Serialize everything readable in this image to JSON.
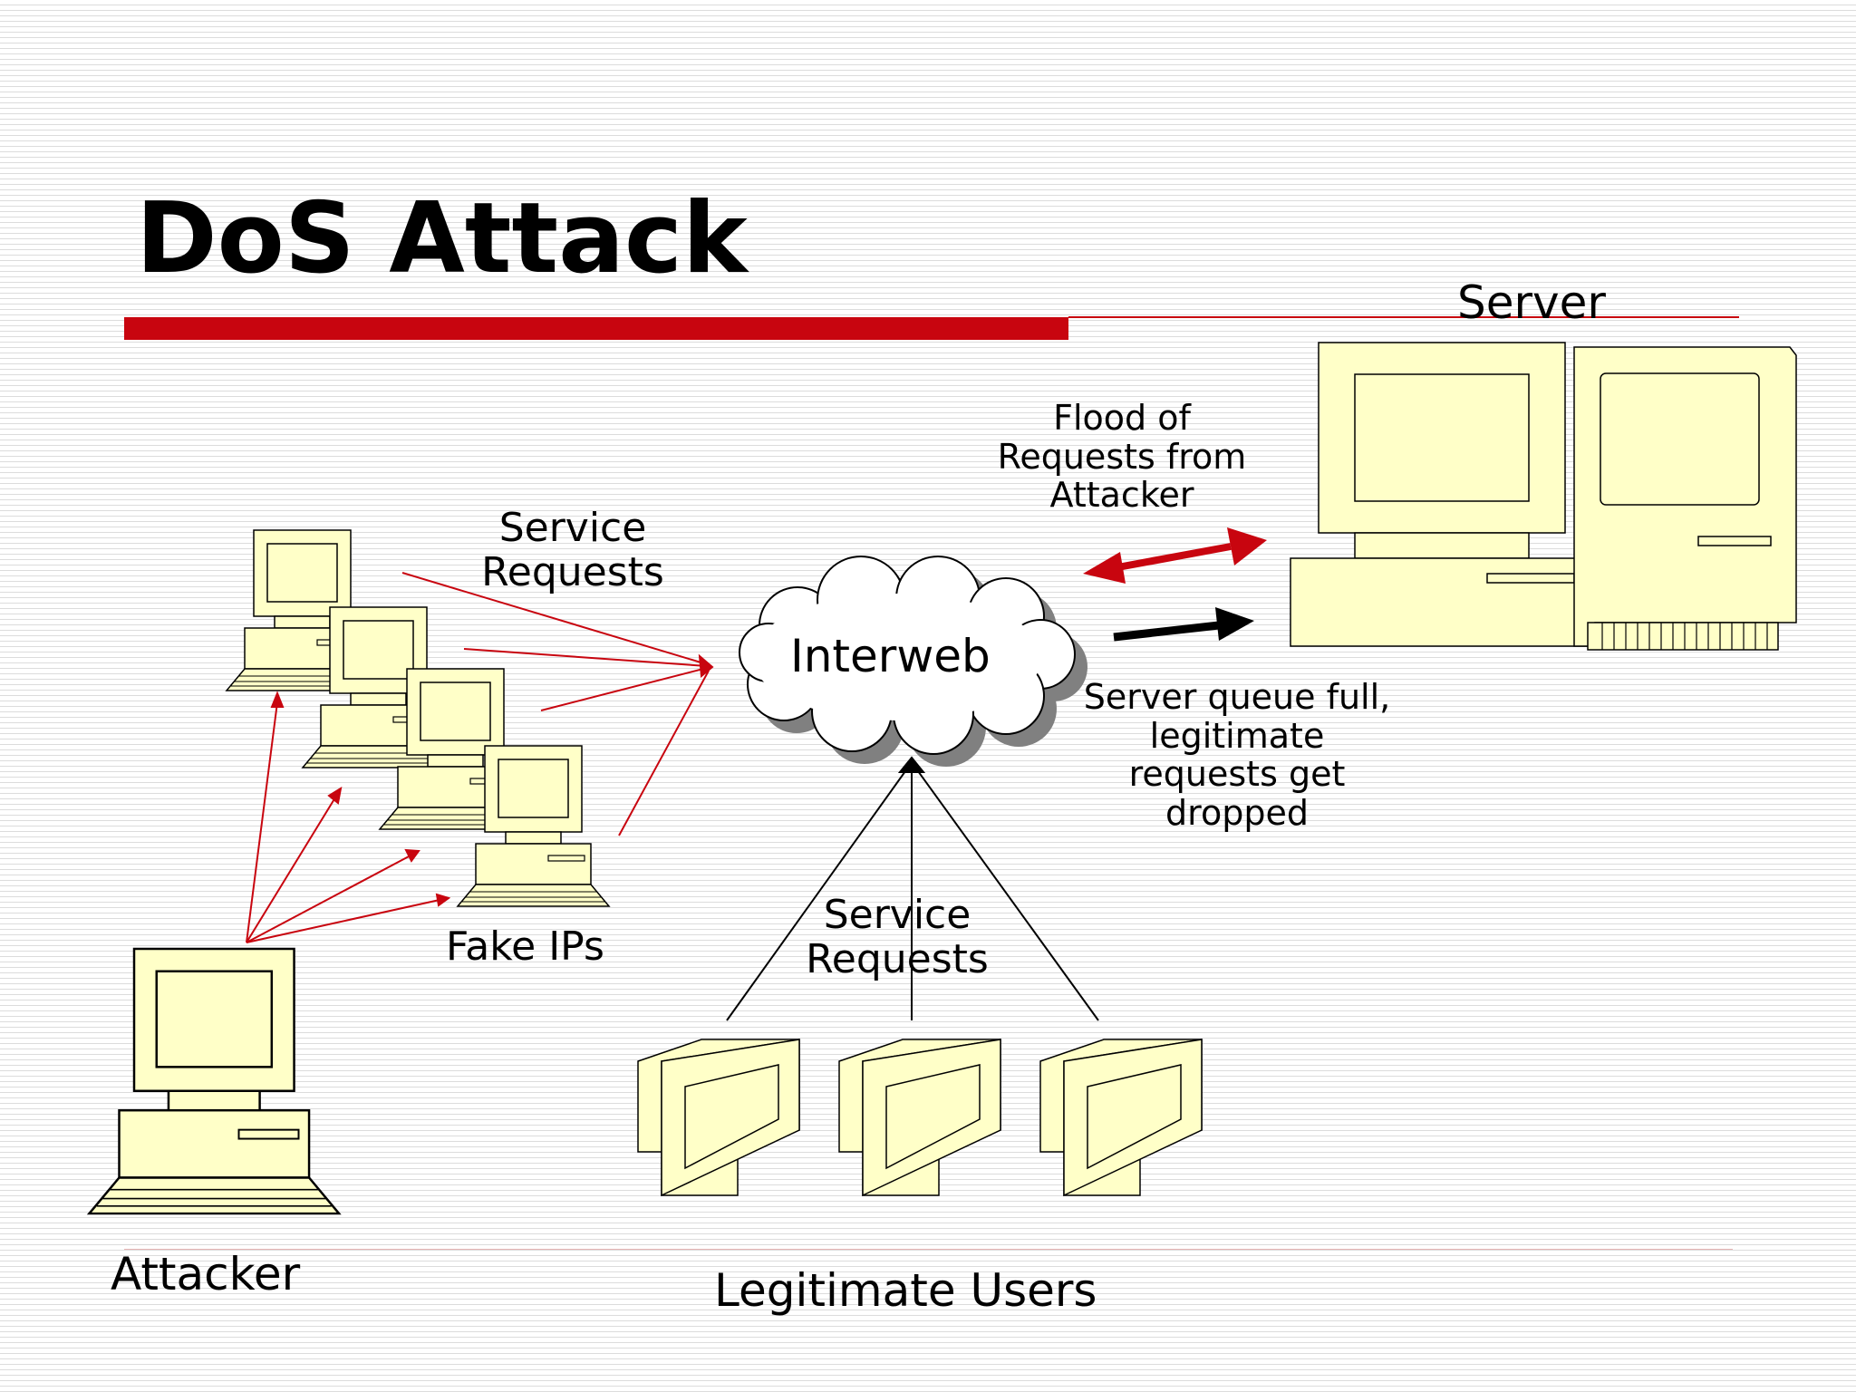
{
  "slide": {
    "title": "DoS Attack",
    "accent_color": "#c8050f"
  },
  "labels": {
    "server": "Server",
    "flood": [
      "Flood of",
      "Requests from",
      "Attacker"
    ],
    "service_requests_fake": [
      "Service",
      "Requests"
    ],
    "interweb": "Interweb",
    "queue_full": [
      "Server queue full,",
      "legitimate",
      "requests get",
      "dropped"
    ],
    "fake_ips": "Fake IPs",
    "service_requests_legit": [
      "Service",
      "Requests"
    ],
    "attacker": "Attacker",
    "legitimate_users": "Legitimate Users"
  },
  "icons": {
    "attacker_computer": "desktop-computer-icon",
    "fake_ip_computers": [
      "desktop-computer-icon",
      "desktop-computer-icon",
      "desktop-computer-icon",
      "desktop-computer-icon"
    ],
    "server": "server-computer-icon",
    "cloud": "cloud-icon",
    "legitimate_users": [
      "monitor-icon",
      "monitor-icon",
      "monitor-icon"
    ]
  },
  "colors": {
    "attack_arrow": "#c8050f",
    "response_arrow": "#000000",
    "device_fill": "#ffffc8",
    "cloud_shadow": "#808080"
  }
}
